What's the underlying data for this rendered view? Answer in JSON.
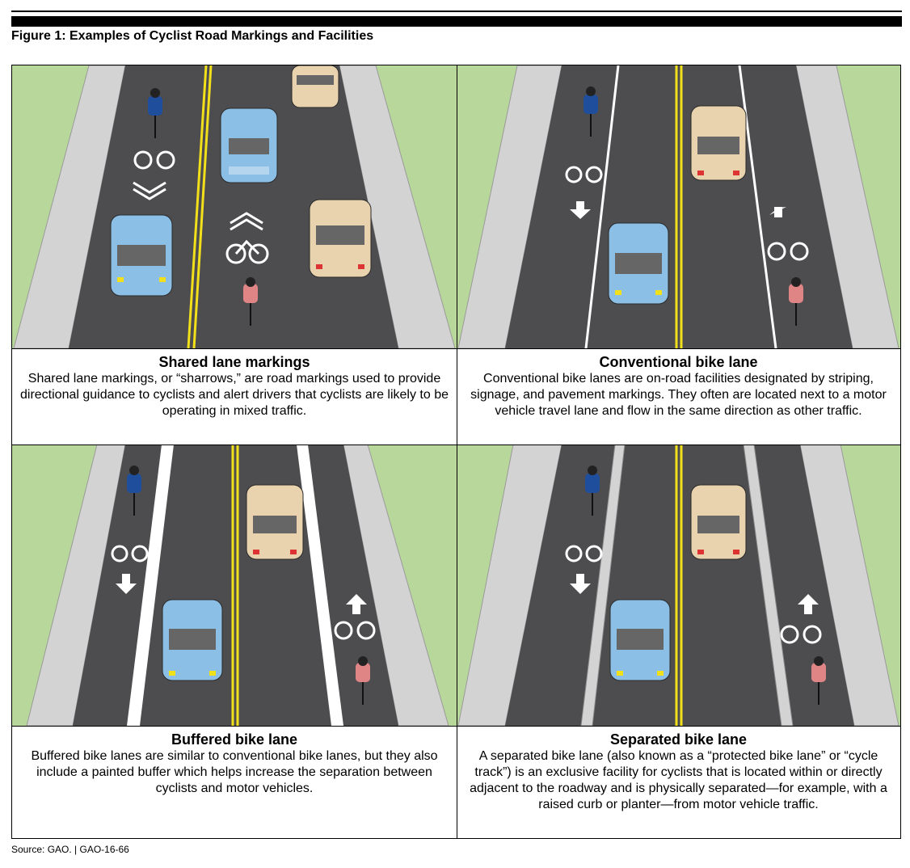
{
  "figure": {
    "title": "Figure 1: Examples of Cyclist Road Markings and Facilities",
    "source": "Source: GAO.  |   GAO-16-66"
  },
  "panels": [
    {
      "title": "Shared lane markings",
      "text": "Shared lane markings, or “sharrows,” are road markings used to provide directional guidance to cyclists and alert drivers that cyclists are likely to be operating in mixed traffic."
    },
    {
      "title": "Conventional bike lane",
      "text": "Conventional bike lanes are on-road facilities designated by striping, signage, and pavement markings. They often are located next to a motor vehicle travel lane and flow in the same direction as other traffic."
    },
    {
      "title": "Buffered bike lane",
      "text": "Buffered bike lanes are similar to conventional bike lanes, but they also include a painted buffer which helps increase the separation between cyclists and motor vehicles."
    },
    {
      "title": "Separated bike lane",
      "text": "A separated bike lane (also known as a “protected bike lane” or “cycle track”) is an exclusive facility for cyclists that is located within or directly adjacent to the roadway and is physically separated—for example, with a raised curb or planter—from motor vehicle traffic."
    }
  ],
  "colors": {
    "grass": "#b8d89b",
    "sidewalk": "#d3d3d3",
    "road": "#4d4d4f",
    "centerline": "#f2e01a",
    "car_blue": "#8cbfe6",
    "car_tan": "#e8d3ae",
    "cyclist_blue": "#1f4e9c",
    "cyclist_pink": "#e08585"
  }
}
